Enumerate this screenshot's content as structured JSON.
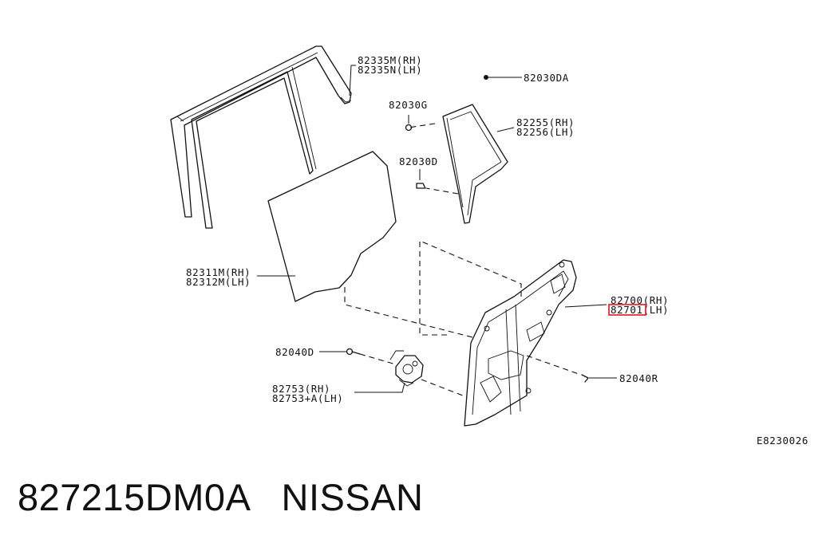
{
  "diagram_code": "E8230026",
  "labels": {
    "p82335": {
      "line1": "82335M(RH)",
      "line2": "82335N(LH)"
    },
    "p82030DA": "82030DA",
    "p82030G": "82030G",
    "p82255": {
      "line1": "82255(RH)",
      "line2": "82256(LH)"
    },
    "p82030D": "82030D",
    "p82311": {
      "line1": "82311M(RH)",
      "line2": "82312M(LH)"
    },
    "p82700": {
      "line1": "82700(RH)",
      "line2_part": "82701",
      "line2_suffix": "(LH)"
    },
    "p82040D": "82040D",
    "p82040R": "82040R",
    "p82753": {
      "line1": "82753(RH)",
      "line2": "82753+A(LH)"
    }
  },
  "highlight_color": "#e8141c",
  "footer": {
    "part_number": "827215DM0A",
    "brand": "NISSAN"
  }
}
